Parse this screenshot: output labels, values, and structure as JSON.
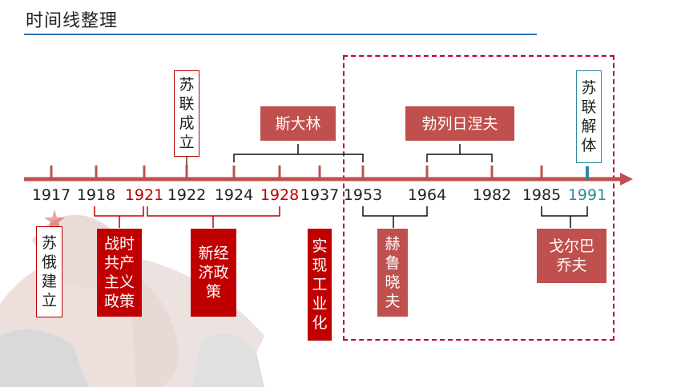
{
  "title": "时间线整理",
  "years": [
    {
      "label": "1917",
      "color": "dark"
    },
    {
      "label": "1918",
      "color": "dark"
    },
    {
      "label": "1921",
      "color": "red"
    },
    {
      "label": "1922",
      "color": "dark"
    },
    {
      "label": "1924",
      "color": "dark"
    },
    {
      "label": "1928",
      "color": "red"
    },
    {
      "label": "1937",
      "color": "dark"
    },
    {
      "label": "1953",
      "color": "dark"
    },
    {
      "label": "1964",
      "color": "dark"
    },
    {
      "label": "1982",
      "color": "dark"
    },
    {
      "label": "1985",
      "color": "dark"
    },
    {
      "label": "1991",
      "color": "teal"
    }
  ],
  "above": {
    "ussr_founded": "苏\n联\n成\n立",
    "stalin": "斯大林",
    "brezhnev": "勃列日涅夫",
    "ussr_dissolved": "苏\n联\n解\n体"
  },
  "below": {
    "soviet_russia": "苏\n俄\n建\n立",
    "war_communism": "战时\n共产\n主义\n政策",
    "nep": "新经\n济政\n策",
    "industrialization": "实\n现\n工\n业\n化",
    "khrushchev": "赫\n鲁\n晓\n夫",
    "gorbachev": "戈尔巴\n乔夫"
  },
  "colors": {
    "axis": "#c0504d",
    "dark_red": "#c00000",
    "teal": "#2b8a9c",
    "title_rule": "#2e75b6"
  }
}
